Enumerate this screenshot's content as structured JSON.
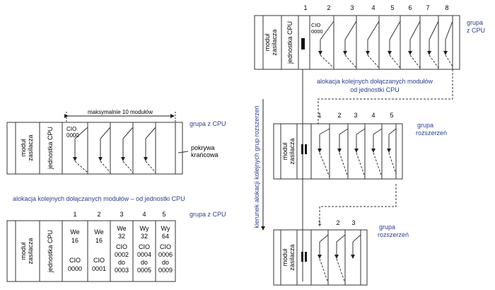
{
  "colors": {
    "label": "#2b3f8f",
    "line": "#222222"
  },
  "common": {
    "psu_line1": "moduł",
    "psu_line2": "zasilacza",
    "cpu_label": "jednostka CPU",
    "cio0000": [
      "CIO",
      "0000"
    ]
  },
  "left_top": {
    "max_label": "maksymalnie 10 modułów",
    "group_label": "grupa z CPU",
    "end_cover_line1": "pokrywa",
    "end_cover_line2": "krańcowa"
  },
  "left_caption": "alokacja kolejnych dołączanych modułów – od jednostki CPU",
  "left_bottom": {
    "group_label": "grupa z CPU",
    "slot_numbers": [
      "1",
      "2",
      "3",
      "4",
      "5"
    ],
    "slots": [
      [
        "We",
        "16",
        "",
        "CIO",
        "0000"
      ],
      [
        "We",
        "16",
        "",
        "CIO",
        "0001"
      ],
      [
        "We",
        "32",
        "CIO",
        "0002",
        "do",
        "0003"
      ],
      [
        "Wy",
        "32",
        "CIO",
        "0004",
        "do",
        "0005"
      ],
      [
        "Wy",
        "64",
        "CIO",
        "0006",
        "do",
        "0009"
      ]
    ]
  },
  "right": {
    "top_numbers": [
      "1",
      "2",
      "3",
      "4",
      "5",
      "6",
      "7",
      "8"
    ],
    "top_group_line1": "grupa",
    "top_group_line2": "z CPU",
    "alloc_line1": "alokacja kolejnych dołączanych modułów",
    "alloc_line2": "od jednostki CPU",
    "vertical_label": "kierunek alokacji kolejnych grup rozszerzeń",
    "mid_numbers": [
      "1",
      "2",
      "3",
      "4",
      "5"
    ],
    "mid_group_line1": "grupa",
    "mid_group_line2": "rozszerzeń",
    "bot_numbers": [
      "1",
      "2",
      "3"
    ],
    "bot_group_line1": "grupa",
    "bot_group_line2": "rozszerzeń"
  }
}
